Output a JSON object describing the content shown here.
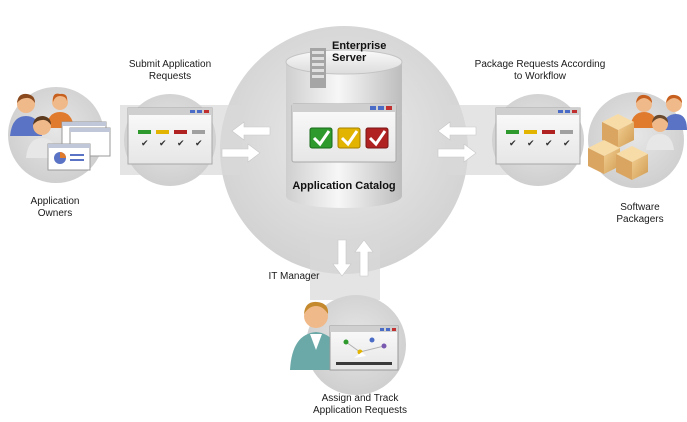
{
  "center": {
    "title": "Application Catalog",
    "server_label_line1": "Enterprise",
    "server_label_line2": "Server"
  },
  "left": {
    "action_line1": "Submit Application",
    "action_line2": "Requests",
    "actor_line1": "Application",
    "actor_line2": "Owners"
  },
  "right": {
    "action_line1": "Package Requests According",
    "action_line2": "to Workflow",
    "actor_line1": "Software",
    "actor_line2": "Packagers"
  },
  "bottom": {
    "actor": "IT Manager",
    "action_line1": "Assign and Track",
    "action_line2": "Application Requests"
  },
  "colors": {
    "disc": "#dedede",
    "panel": "#f2f2f2",
    "status_green": "#2e9a2e",
    "status_yellow": "#e2b400",
    "status_red": "#b02222",
    "arrow": "#ffffff",
    "person_skin": "#f0b98a",
    "person_shirt_blue": "#5a73c4",
    "person_shirt_orange": "#e07a2c",
    "box_tan": "#e6b872"
  },
  "icons": [
    "server-icon",
    "check-green-icon",
    "check-yellow-icon",
    "check-red-icon",
    "people-icon",
    "package-boxes-icon",
    "manager-icon",
    "arrow-icon"
  ]
}
